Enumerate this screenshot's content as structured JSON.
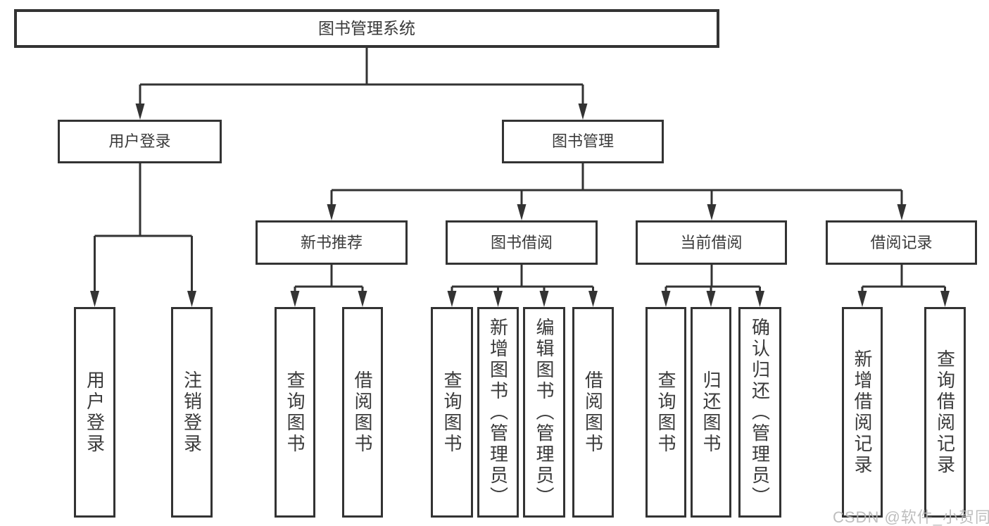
{
  "diagram_type": "hierarchy-tree",
  "tree": {
    "label": "图书管理系统",
    "children": [
      {
        "label": "用户登录",
        "children": [
          {
            "label": "用户登录"
          },
          {
            "label": "注销登录"
          }
        ]
      },
      {
        "label": "图书管理",
        "children": [
          {
            "label": "新书推荐",
            "children": [
              {
                "label": "查询图书"
              },
              {
                "label": "借阅图书"
              }
            ]
          },
          {
            "label": "图书借阅",
            "children": [
              {
                "label": "查询图书"
              },
              {
                "label": "新增图书（管理员）"
              },
              {
                "label": "编辑图书（管理员）"
              },
              {
                "label": "借阅图书"
              }
            ]
          },
          {
            "label": "当前借阅",
            "children": [
              {
                "label": "查询图书"
              },
              {
                "label": "归还图书"
              },
              {
                "label": "确认归还（管理员）"
              }
            ]
          },
          {
            "label": "借阅记录",
            "children": [
              {
                "label": "新增借阅记录"
              },
              {
                "label": "查询借阅记录"
              }
            ]
          }
        ]
      }
    ]
  },
  "watermark": "CSDN @软件_小贺同学",
  "colors": {
    "line": "#333333",
    "box_border": "#333333",
    "text": "#3a3a3a",
    "background": "#ffffff",
    "watermark": "#b8b8b8"
  }
}
